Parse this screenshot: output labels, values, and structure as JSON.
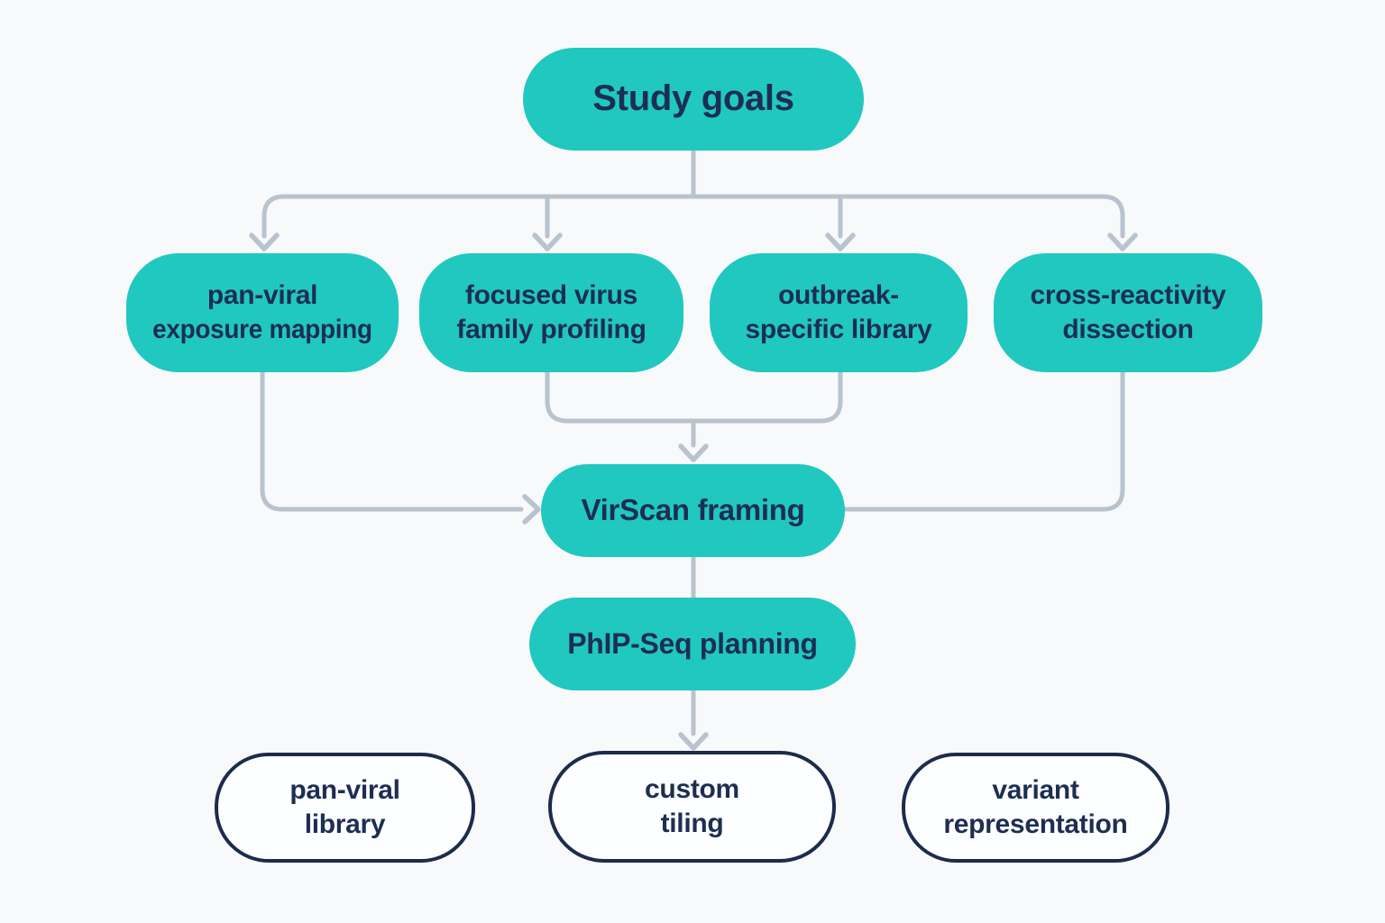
{
  "colors": {
    "background": "#f7f9fa",
    "node_fill": "#20c8c0",
    "node_text": "#1d2e52",
    "connector": "#b9c3ce",
    "outline_border": "#1d2b4c",
    "outline_fill": "#fdfeff"
  },
  "nodes": {
    "study_goals": {
      "label": "Study goals"
    },
    "goals": [
      {
        "line1": "pan-viral",
        "line2": "exposure mapping"
      },
      {
        "line1": "focused virus",
        "line2": "family profiling"
      },
      {
        "line1": "outbreak-",
        "line2": "specific library"
      },
      {
        "line1": "cross-reactivity",
        "line2": "dissection"
      }
    ],
    "virscan": {
      "label": "VirScan framing"
    },
    "phipseq": {
      "label": "PhIP-Seq planning"
    },
    "outputs": [
      {
        "line1": "pan-viral",
        "line2": "library"
      },
      {
        "line1": "custom",
        "line2": "tiling"
      },
      {
        "line1": "variant",
        "line2": "representation"
      }
    ]
  },
  "edges": [
    {
      "from": "study-goals",
      "to": "pan-viral-exposure-mapping",
      "arrow": true
    },
    {
      "from": "study-goals",
      "to": "focused-virus-family-profiling",
      "arrow": true
    },
    {
      "from": "study-goals",
      "to": "outbreak-specific-library",
      "arrow": true
    },
    {
      "from": "study-goals",
      "to": "cross-reactivity-dissection",
      "arrow": true
    },
    {
      "from": "pan-viral-exposure-mapping",
      "to": "virscan-framing",
      "arrow": true
    },
    {
      "from": "focused-virus-family-profiling",
      "to": "virscan-framing",
      "arrow": true
    },
    {
      "from": "outbreak-specific-library",
      "to": "virscan-framing",
      "arrow": true
    },
    {
      "from": "cross-reactivity-dissection",
      "to": "virscan-framing",
      "arrow": false
    },
    {
      "from": "virscan-framing",
      "to": "phip-seq-planning",
      "arrow": false
    },
    {
      "from": "phip-seq-planning",
      "to": "custom-tiling",
      "arrow": true
    }
  ]
}
